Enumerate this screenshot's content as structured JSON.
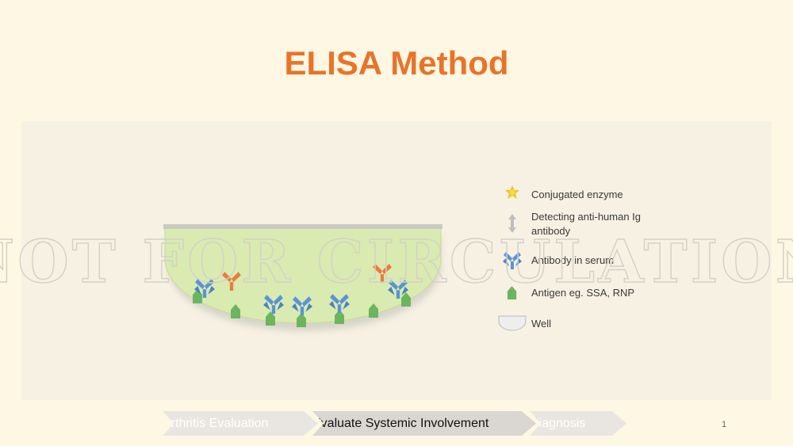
{
  "title": "ELISA Method",
  "legend": [
    {
      "icon": "sun-icon",
      "label": "Conjugated enzyme"
    },
    {
      "icon": "double-arrow-icon",
      "label": "Detecting anti-human Ig antibody"
    },
    {
      "icon": "y-shape-icon",
      "label": "Antibody in serum"
    },
    {
      "icon": "pentagon-icon",
      "label": "Antigen eg. SSA, RNP"
    },
    {
      "icon": "bowl-icon",
      "label": "Well"
    }
  ],
  "watermark": "NOT FOR CIRCULATION",
  "breadcrumb": [
    {
      "label": "Arthritis Evaluation",
      "active": false
    },
    {
      "label": "Evaluate Systemic Involvement",
      "active": true
    },
    {
      "label": "Diagnosis",
      "active": false
    }
  ],
  "page_number": "1",
  "colors": {
    "title": "#e8742a",
    "antibody_blue": "#5b93d6",
    "detect_orange": "#ec7a3c",
    "antigen_green": "#6bb55e",
    "well_fill": "#d9ebb0",
    "enzyme_yellow": "#f4c21f"
  }
}
